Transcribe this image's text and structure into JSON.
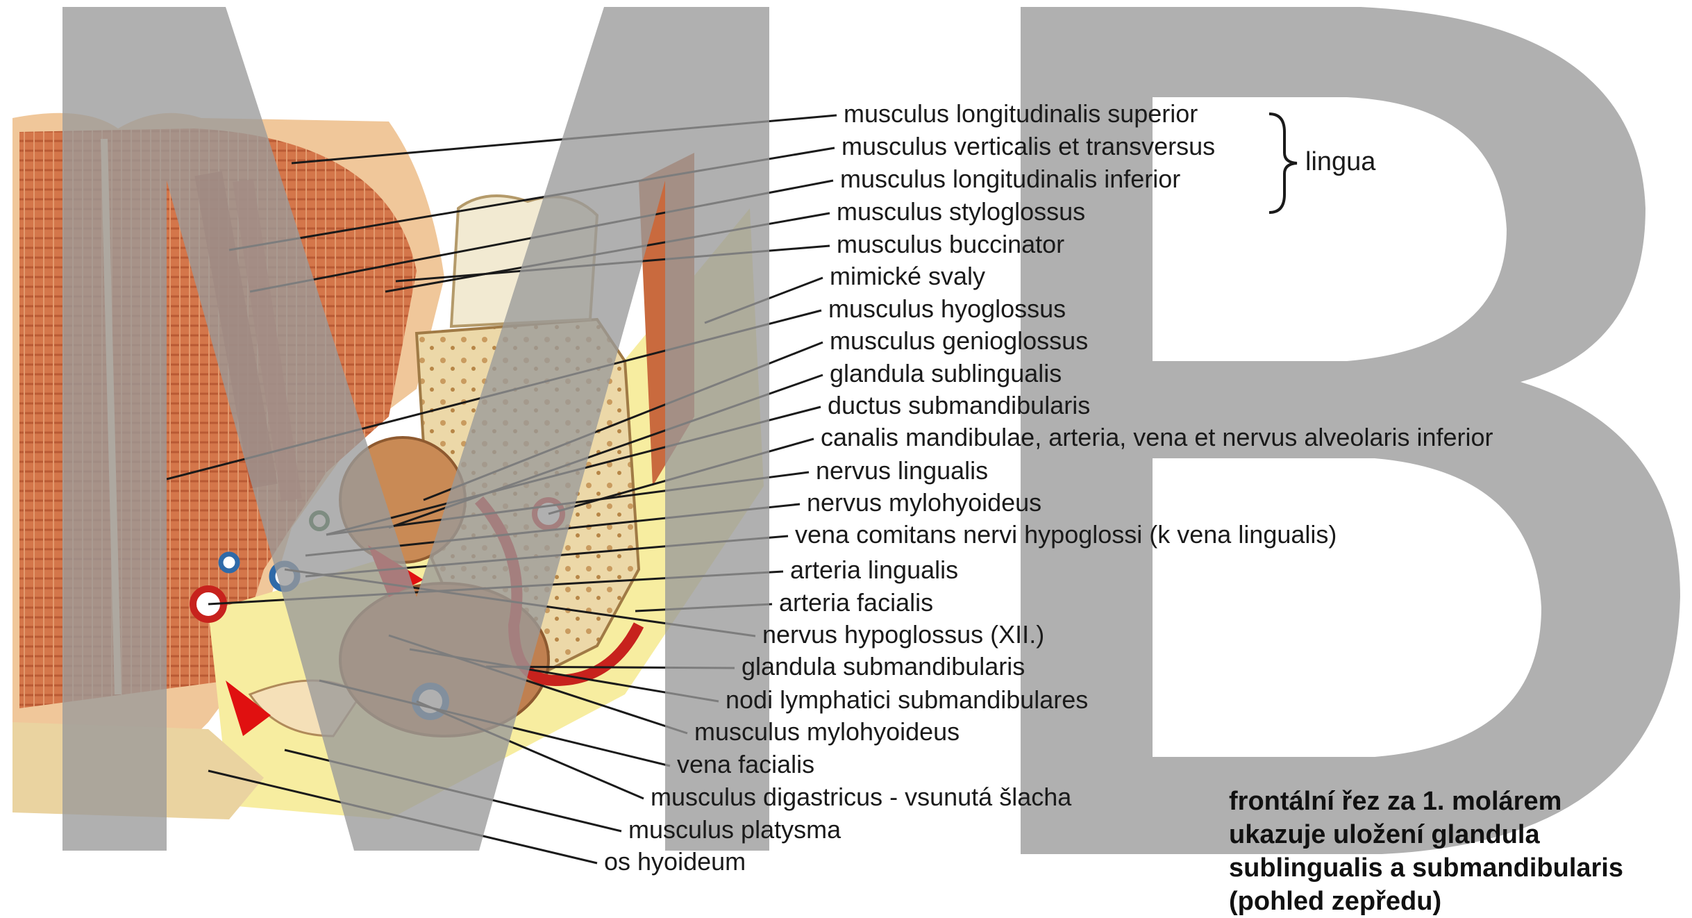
{
  "watermark": {
    "letters": [
      "M",
      "B"
    ],
    "color": "#9a9a9a"
  },
  "labels": [
    "musculus longitudinalis superior",
    "musculus verticalis et transversus",
    "musculus longitudinalis inferior",
    "musculus styloglossus",
    "musculus buccinator",
    "mimické svaly",
    "musculus hyoglossus",
    "musculus genioglossus",
    "glandula sublingualis",
    "ductus submandibularis",
    "canalis mandibulae, arteria, vena et nervus alveolaris inferior",
    "nervus lingualis",
    "nervus mylohyoideus",
    "vena comitans nervi hypoglossi (k vena lingualis)",
    "arteria lingualis",
    "arteria facialis",
    "nervus hypoglossus (XII.)",
    "glandula submandibularis",
    "nodi lymphatici submandibulares",
    "musculus mylohyoideus",
    "vena facialis",
    "musculus digastricus - vsunutá šlacha",
    "musculus platysma",
    "os hyoideum"
  ],
  "group_label": "lingua",
  "caption": [
    "frontální řez za 1. molárem",
    "ukazuje uložení glandula",
    "sublingualis a submandibularis",
    "(pohled zepředu)"
  ],
  "colors": {
    "muscle": "#c8643a",
    "muscle_dark": "#a9452a",
    "tissue_light": "#f2d3a4",
    "fat_yellow": "#f7eda0",
    "bone": "#ead3a0",
    "artery": "#c7221d",
    "vein": "#2f6aa8",
    "arrow": "#e01010",
    "leader": "#1a1a1a"
  }
}
